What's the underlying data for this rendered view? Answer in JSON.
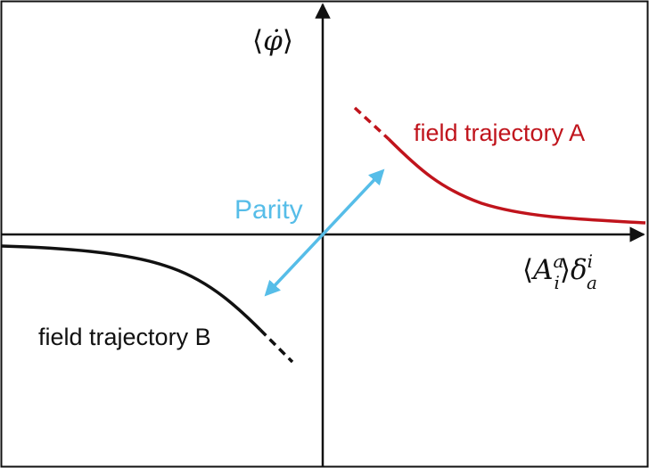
{
  "diagram": {
    "y_axis_label": {
      "open": "⟨",
      "symbol": "φ̇",
      "close": "⟩"
    },
    "x_axis_label": {
      "open": "⟨",
      "symbol": "A",
      "sup": "a",
      "sub": "i",
      "close": "⟩",
      "delta": "δ",
      "delta_sup": "i",
      "delta_sub": "a"
    },
    "trajectory_a_label": "field trajectory A",
    "trajectory_b_label": "field trajectory B",
    "parity_label": "Parity",
    "colors": {
      "trajectory_a": "#c0141c",
      "trajectory_b": "#111111",
      "parity": "#56bde8",
      "axes": "#111111"
    }
  }
}
